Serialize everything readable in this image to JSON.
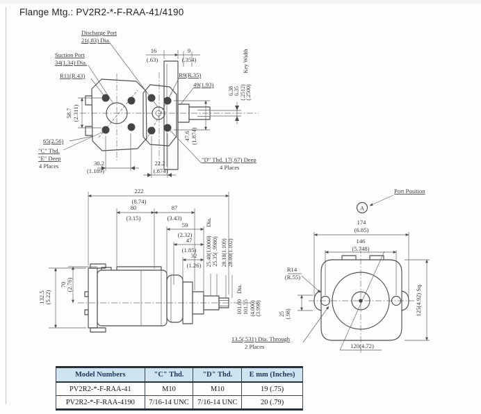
{
  "title": "Flange Mtg.: PV2R2-*-F-RAA-41/4190",
  "colors": {
    "header_bg": "#cfe3f1",
    "header_text": "#17375e",
    "line": "#4d4d4d"
  },
  "front_view": {
    "discharge_port_line1": "Discharge Port",
    "discharge_port_line2": "21(.83) Dia.",
    "suction_port_line1": "Suction Port",
    "suction_port_line2": "34(1.34) Dia.",
    "r11": "R11(R.43)",
    "r9": "R9(R.35)",
    "dim_16_mm": "16",
    "dim_16_in": "(.63)",
    "dim_9_mm": "9",
    "dim_9_in": "(.354)",
    "dim_49": "49(1.93)",
    "key_width_label": "Key Width",
    "key_638": "6.38",
    "key_635": "6.35",
    "key_2512": "(.2512)",
    "key_2500": "(.2500)",
    "dim_587_mm": "58.7",
    "dim_587_in": "(2.311)",
    "dim_65": "65(2.56)",
    "c_thd": "\"C\" Thd.",
    "e_deep": "\"E\" Deep",
    "places_left": "4 Places",
    "dim_302_mm": "30.2",
    "dim_302_in": "(1.189)",
    "dim_222_mm": "22.2",
    "dim_222_in": "(.874)",
    "d_thd": "\"D\" Thd. 17(.67) Deep",
    "places_right": "4 Places",
    "dim_476_mm": "47.6",
    "dim_476_in": "(1.874)"
  },
  "side_view": {
    "dim_222_mm": "222",
    "dim_222_in": "(8.74)",
    "dim_80_mm": "80",
    "dim_80_in": "(3.15)",
    "dim_87_mm": "87",
    "dim_87_in": "(3.43)",
    "dim_59_mm": "59",
    "dim_59_in": "(2.32)",
    "dim_47_mm": "47",
    "dim_47_in": "(1.85)",
    "dim_32_mm": "32",
    "dim_32_in": "(1.26)",
    "dia_shaft": "Dia.",
    "shaft_d1": "25.40(1.0000)",
    "shaft_d2": "25.35( .9980)",
    "shaft_d3": "28.18(1.109)",
    "shaft_d4": "28.00(1.102)",
    "dia_pilot": "Dia.",
    "pilot_d1": "101.60",
    "pilot_d2": "101.55",
    "pilot_d3": "(4.000)",
    "pilot_d4": "(3.998)",
    "dim_1325_mm": "132.5",
    "dim_1325_in": "(5.22)",
    "dim_70_mm": "70",
    "dim_70_in": "(2.76)",
    "through_line1": "13.5(.531) Dia. Through",
    "through_line2": "2 Places"
  },
  "rear_view": {
    "port_position": "Port Position",
    "port_letter": "A",
    "dim_174_mm": "174",
    "dim_174_in": "(6.85)",
    "dim_146_mm": "146",
    "dim_146_in": "(5.748)",
    "r14_line1": "R14",
    "r14_line2": "(R.55)",
    "dim_25_mm": "25",
    "dim_25_in": "(.98)",
    "dim_125": "125(4.92) Sq.",
    "dim_120": "120(4.72)"
  },
  "table": {
    "headers": [
      "Model Numbers",
      "\"C\" Thd.",
      "\"D\" Thd.",
      "E mm (Inches)"
    ],
    "rows": [
      [
        "PV2R2-*-F-RAA-41",
        "M10",
        "M10",
        "19 (.75)"
      ],
      [
        "PV2R2-*-F-RAA-4190",
        "7/16-14 UNC",
        "7/16-14 UNC",
        "20 (.79)"
      ]
    ]
  }
}
